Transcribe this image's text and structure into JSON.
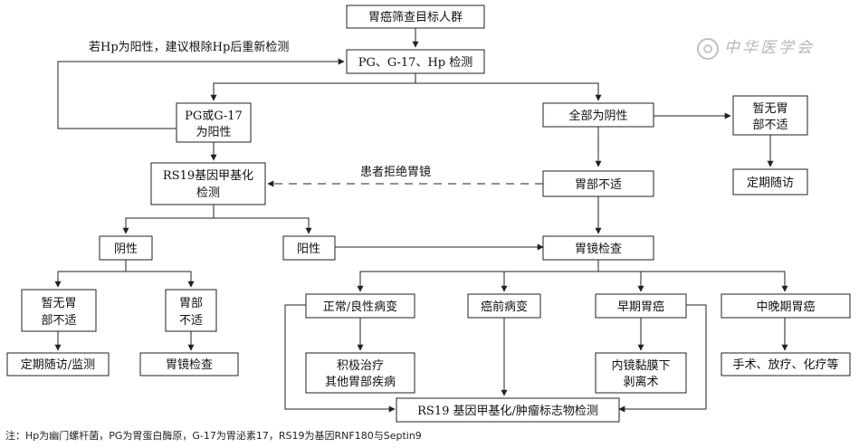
{
  "nodes": {
    "n1": "胃癌筛查目标人群",
    "n2": "PG、G-17、Hp 检测",
    "n3": [
      "PG或G-17",
      "为阳性"
    ],
    "n4": "全部为阴性",
    "n5": [
      "暂无胃",
      "部不适"
    ],
    "n6": [
      "RS19基因甲基化",
      "检测"
    ],
    "n7": "胃部不适",
    "n8": "定期随访",
    "n9": "阴性",
    "n10": "阳性",
    "n11": "胃镜检查",
    "n12": [
      "暂无胃",
      "部不适"
    ],
    "n13": [
      "胃部",
      "不适"
    ],
    "n14": "定期随访/监测",
    "n15": "胃镜检查",
    "n16": "正常/良性病变",
    "n17": "癌前病变",
    "n18": "早期胃癌",
    "n19": "中晚期胃癌",
    "n20": [
      "积极治疗",
      "其他胃部疾病"
    ],
    "n21": [
      "内镜黏膜下",
      "剥离术"
    ],
    "n22": "手术、放疗、化疗等",
    "n23": "RS19 基因甲基化/肿瘤标志物检测"
  },
  "edge_labels": {
    "recheck": "若Hp为阳性，建议根除Hp后重新检测",
    "refuse": "患者拒绝胃镜"
  },
  "footnote": "注：Hp为幽门螺杆菌，PG为胃蛋白酶原，G-17为胃泌素17，RS19为基因RNF180与Septin9",
  "watermark": "中华医学会"
}
